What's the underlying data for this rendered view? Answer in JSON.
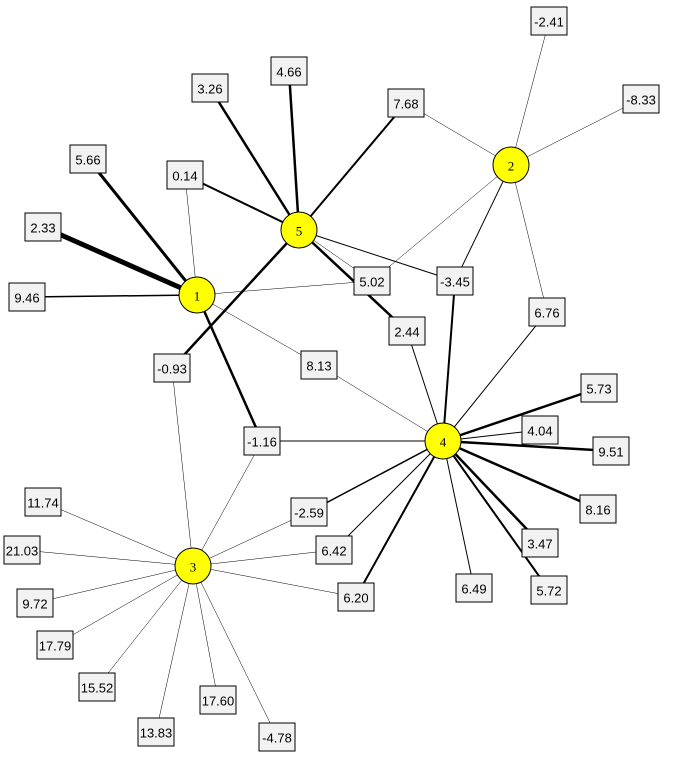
{
  "colors": {
    "node_fill": "#ffff00",
    "box_fill": "#f2f2f2",
    "edge": "#000000"
  },
  "nodes": [
    {
      "id": "1",
      "label": "1"
    },
    {
      "id": "2",
      "label": "2"
    },
    {
      "id": "3",
      "label": "3"
    },
    {
      "id": "4",
      "label": "4"
    },
    {
      "id": "5",
      "label": "5"
    }
  ],
  "boxes": [
    {
      "id": "b1",
      "label": "-2.41",
      "hub": "2"
    },
    {
      "id": "b2",
      "label": "-8.33",
      "hub": "2"
    },
    {
      "id": "b3",
      "label": "3.26",
      "hub": "5"
    },
    {
      "id": "b4",
      "label": "4.66",
      "hub": "5"
    },
    {
      "id": "b5",
      "label": "7.68",
      "hub": "5"
    },
    {
      "id": "b6",
      "label": "5.66",
      "hub": "1"
    },
    {
      "id": "b7",
      "label": "0.14",
      "hub": "5"
    },
    {
      "id": "b8",
      "label": "2.33",
      "hub": "1"
    },
    {
      "id": "b9",
      "label": "9.46",
      "hub": "1"
    },
    {
      "id": "b10",
      "label": "5.02",
      "hub": "2"
    },
    {
      "id": "b11",
      "label": "-3.45",
      "hub": "5"
    },
    {
      "id": "b12",
      "label": "6.76",
      "hub": "2"
    },
    {
      "id": "b13",
      "label": "2.44",
      "hub": "4"
    },
    {
      "id": "b14",
      "label": "8.13",
      "hub": "1"
    },
    {
      "id": "b15",
      "label": "-0.93",
      "hub": "5"
    },
    {
      "id": "b16",
      "label": "-1.16",
      "hub": "1"
    },
    {
      "id": "b17",
      "label": "5.73",
      "hub": "4"
    },
    {
      "id": "b18",
      "label": "4.04",
      "hub": "4"
    },
    {
      "id": "b19",
      "label": "9.51",
      "hub": "4"
    },
    {
      "id": "b20",
      "label": "8.16",
      "hub": "4"
    },
    {
      "id": "b21",
      "label": "11.74",
      "hub": "3"
    },
    {
      "id": "b22",
      "label": "21.03",
      "hub": "3"
    },
    {
      "id": "b23",
      "label": "-2.59",
      "hub": "4"
    },
    {
      "id": "b24",
      "label": "6.42",
      "hub": "4"
    },
    {
      "id": "b25",
      "label": "3.47",
      "hub": "4"
    },
    {
      "id": "b26",
      "label": "9.72",
      "hub": "3"
    },
    {
      "id": "b27",
      "label": "6.20",
      "hub": "4"
    },
    {
      "id": "b28",
      "label": "6.49",
      "hub": "4"
    },
    {
      "id": "b29",
      "label": "5.72",
      "hub": "4"
    },
    {
      "id": "b30",
      "label": "17.79",
      "hub": "3"
    },
    {
      "id": "b31",
      "label": "15.52",
      "hub": "3"
    },
    {
      "id": "b32",
      "label": "17.60",
      "hub": "3"
    },
    {
      "id": "b33",
      "label": "13.83",
      "hub": "3"
    },
    {
      "id": "b34",
      "label": "-4.78",
      "hub": "3"
    }
  ]
}
